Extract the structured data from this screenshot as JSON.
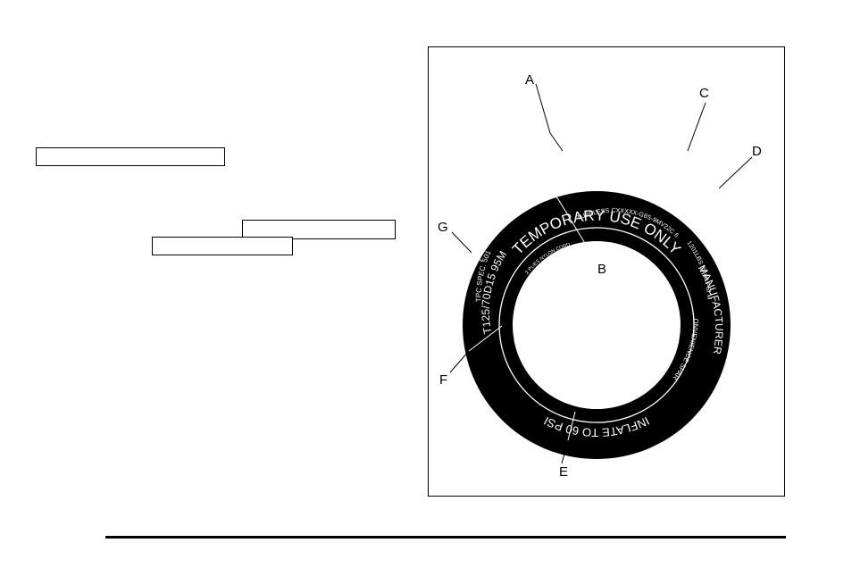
{
  "text_boxes": [
    "",
    "",
    ""
  ],
  "figure": {
    "tire_text": {
      "top": "TEMPORARY USE ONLY",
      "tubeless": "TUBELESS CXXXXX-G8S-9MV22C 6CC",
      "plies": "2 PLIES NYLON CORD",
      "maxload": "MAXLOAD 1201LBS @ 60 PSI MAX PRESS",
      "manufacturer": "MANUFACTURER",
      "spare": "CONVENIENCE SPARE",
      "inflate": "INFLATE TO 60 PSI",
      "size": "T125/70D15 95M",
      "tpc": "TPC SPEC. 501"
    },
    "callouts": {
      "A": "A",
      "B": "B",
      "C": "C",
      "D": "D",
      "E": "E",
      "F": "F",
      "G": "G"
    }
  },
  "colors": {
    "tire": "#000000",
    "text_on_tire": "#ffffff",
    "background": "#ffffff"
  }
}
